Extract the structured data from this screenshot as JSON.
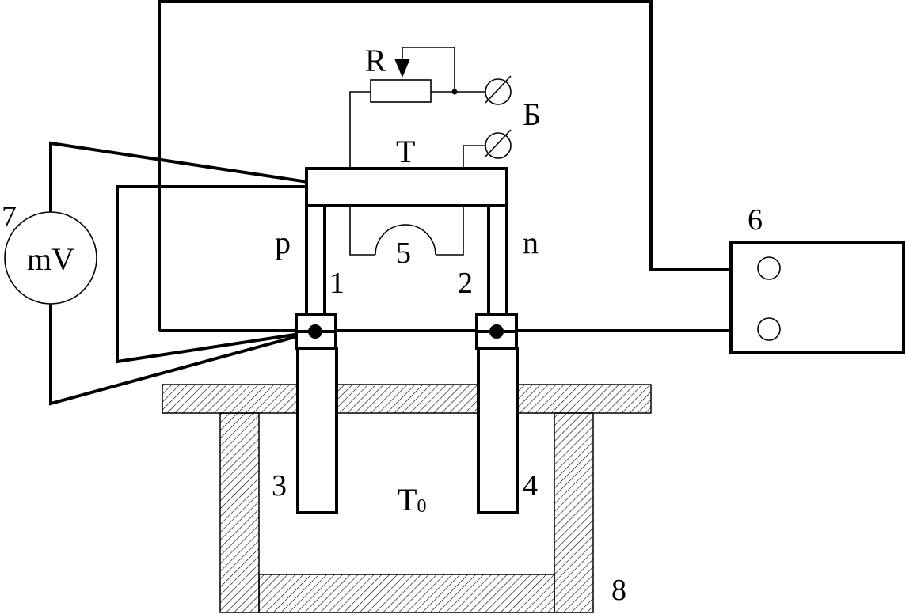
{
  "labels": {
    "resistor": "R",
    "battery": "Б",
    "hot_temp": "T",
    "cold_temp_main": "T",
    "cold_temp_sub": "0",
    "p_type": "p",
    "n_type": "n",
    "voltmeter": "mV",
    "num_1": "1",
    "num_2": "2",
    "num_3": "3",
    "num_4": "4",
    "num_5": "5",
    "num_6": "6",
    "num_7": "7",
    "num_8": "8"
  }
}
